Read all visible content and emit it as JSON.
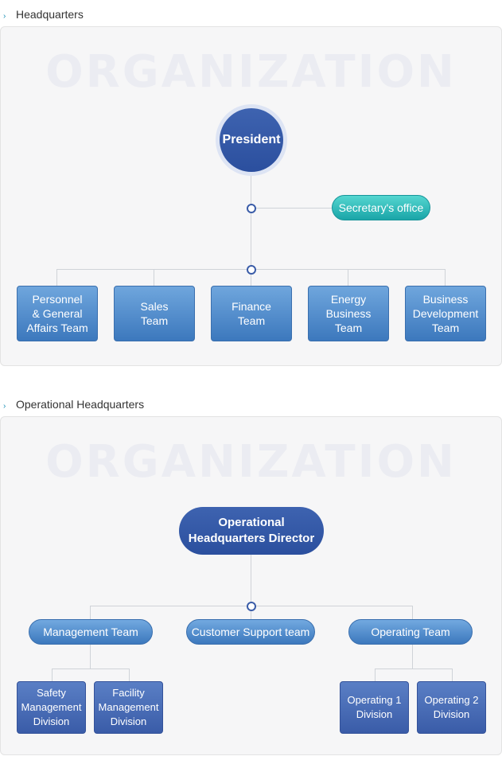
{
  "headquarters": {
    "title": "Headquarters",
    "watermark": "ORGANIZATION",
    "president": "President",
    "secretary": "Secretary's office",
    "teams": [
      {
        "line1": "Personnel",
        "line2": "& General",
        "line3": "Affairs Team"
      },
      {
        "line1": "Sales",
        "line2": "Team",
        "line3": ""
      },
      {
        "line1": "Finance",
        "line2": "Team",
        "line3": ""
      },
      {
        "line1": "Energy",
        "line2": "Business",
        "line3": "Team"
      },
      {
        "line1": "Business",
        "line2": "Development",
        "line3": "Team"
      }
    ]
  },
  "operational": {
    "title": "Operational Headquarters",
    "watermark": "ORGANIZATION",
    "director": {
      "line1": "Operational",
      "line2": "Headquarters Director"
    },
    "teams": [
      "Management Team",
      "Customer Support team",
      "Operating Team"
    ],
    "divisions": [
      {
        "line1": "Safety",
        "line2": "Management",
        "line3": "Division"
      },
      {
        "line1": "Facility",
        "line2": "Management",
        "line3": "Division"
      },
      {
        "line1": "Operating 1",
        "line2": "Division",
        "line3": ""
      },
      {
        "line1": "Operating 2",
        "line2": "Division",
        "line3": ""
      }
    ]
  },
  "colors": {
    "president": "#2b4f9e",
    "secretary": "#1aa5a8",
    "team": "#3c78bd",
    "division": "#3a5ca8",
    "line": "#cfd3d8",
    "watermark": "#ebecf2"
  },
  "icons": {
    "section_bullet": "chevron-right-icon"
  }
}
